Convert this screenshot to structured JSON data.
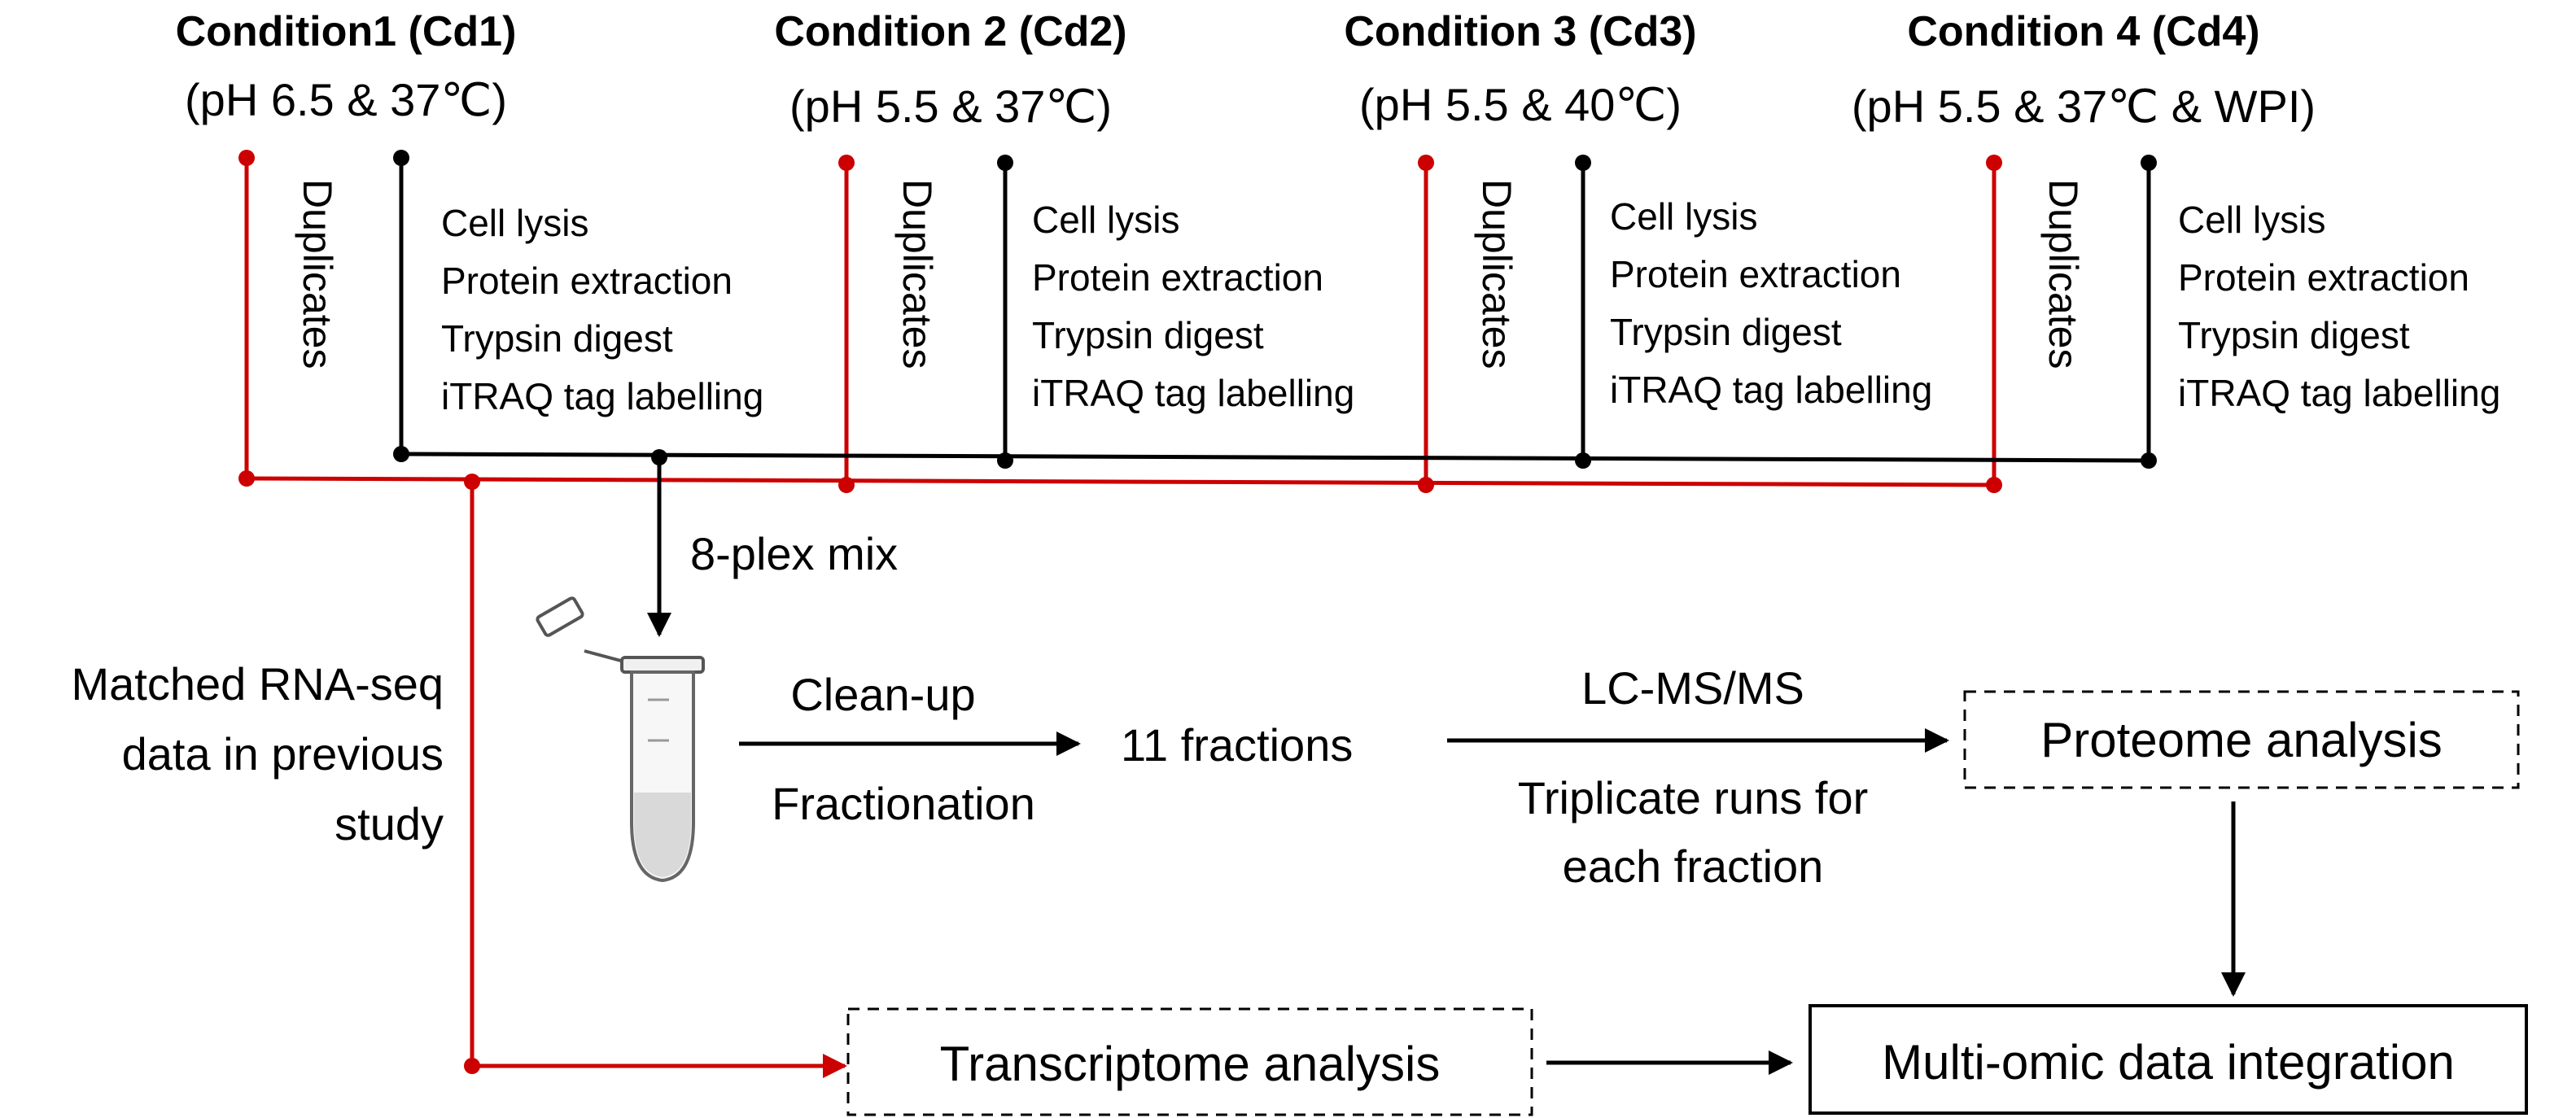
{
  "conditions": [
    {
      "title": "Condition1 (Cd1)",
      "subtitle": "(pH 6.5 & 37℃)"
    },
    {
      "title": "Condition 2 (Cd2)",
      "subtitle": "(pH 5.5 & 37℃)"
    },
    {
      "title": "Condition 3 (Cd3)",
      "subtitle": "(pH 5.5 & 40℃)"
    },
    {
      "title": "Condition 4 (Cd4)",
      "subtitle": "(pH 5.5 & 37℃ & WPI)"
    }
  ],
  "duplicates_label": "Duplicates",
  "steps": [
    "Cell lysis",
    "Protein extraction",
    "Trypsin digest",
    "iTRAQ tag labelling"
  ],
  "mix_label": "8-plex mix",
  "rnaseq_label": [
    "Matched RNA-seq",
    "data in previous",
    "study"
  ],
  "cleanup_label": "Clean-up",
  "fractionation_label": "Fractionation",
  "fractions_label": "11 fractions",
  "lcms_label": "LC-MS/MS",
  "triplicate_label": [
    "Triplicate runs for",
    "each fraction"
  ],
  "proteome_box": "Proteome analysis",
  "transcriptome_box": "Transcriptome analysis",
  "integration_box": "Multi-omic data integration",
  "colors": {
    "red_path": "#cc0000",
    "black_path": "#000000"
  }
}
